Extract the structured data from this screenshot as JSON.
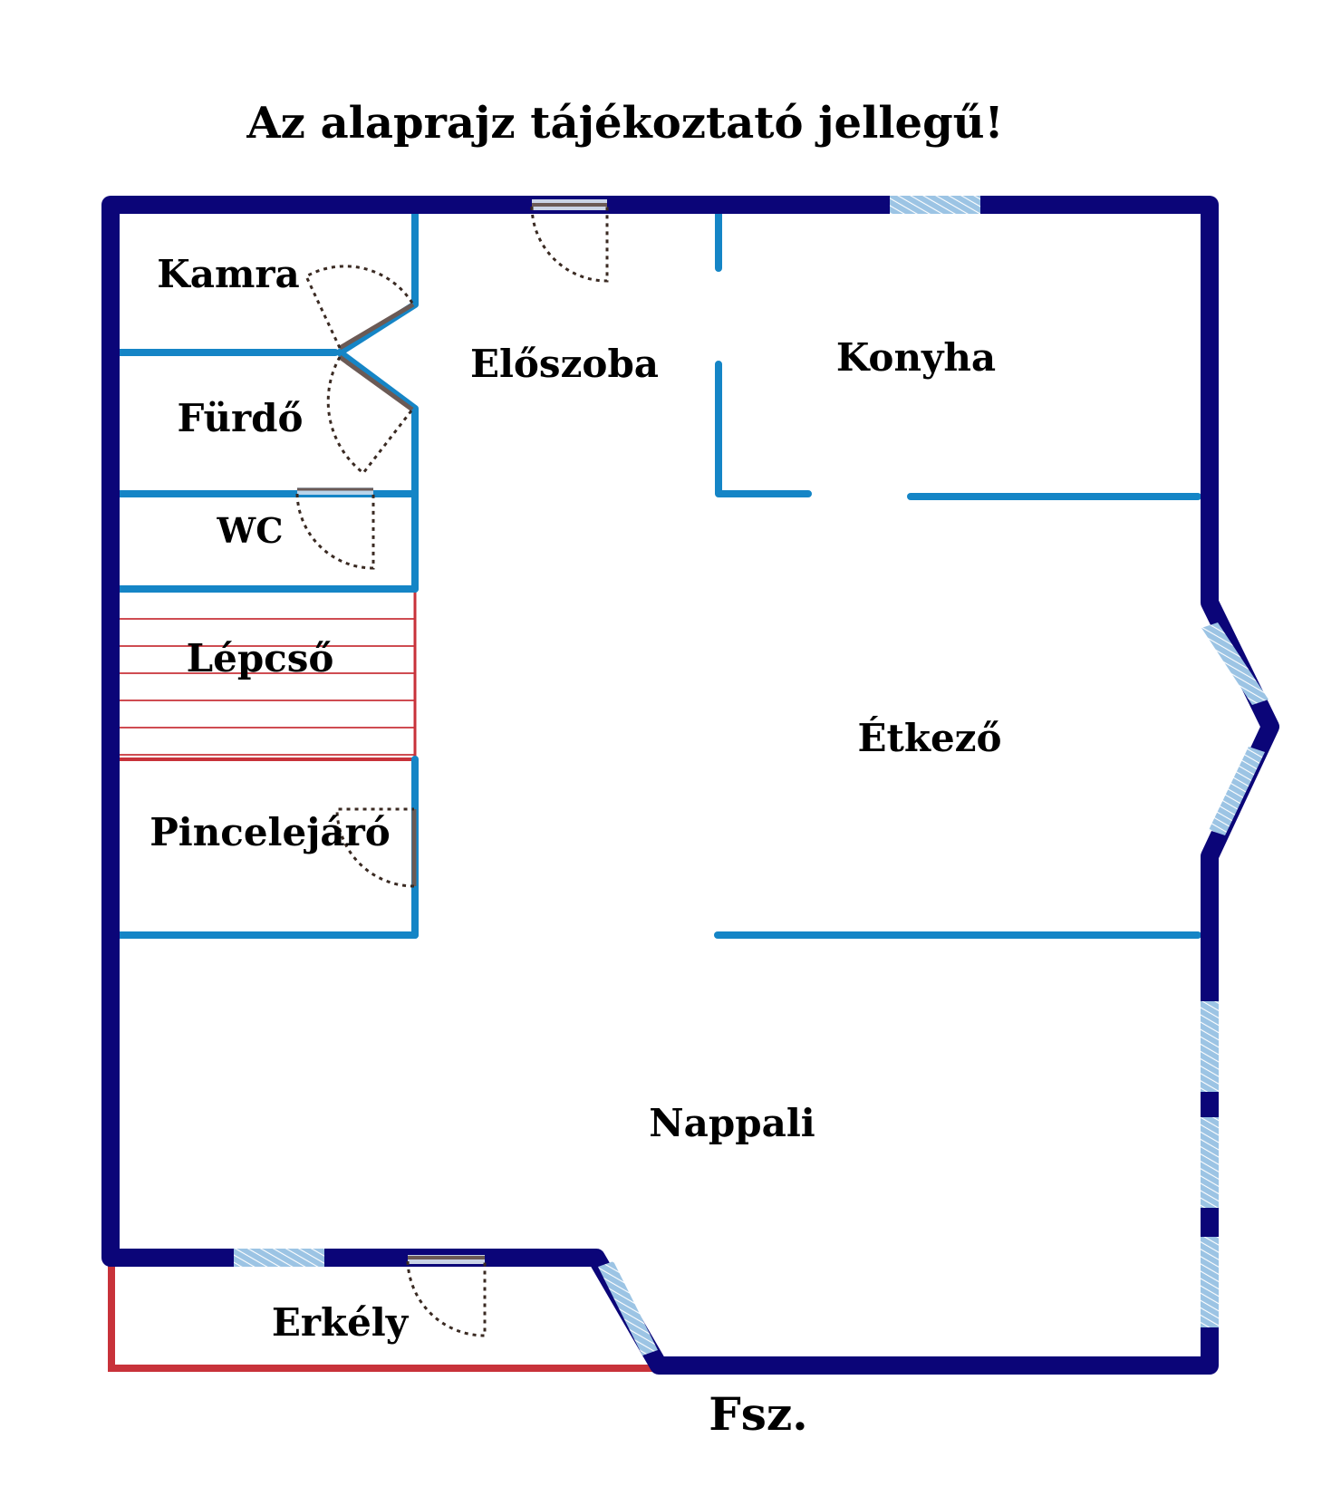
{
  "title": "Az alaprajz tájékoztató jellegű!",
  "floor_label": "Fsz.",
  "rooms": {
    "kamra": "Kamra",
    "eloszoba": "Előszoba",
    "konyha": "Konyha",
    "furdo": "Fürdő",
    "wc": "WC",
    "lepcso": "Lépcső",
    "etkezo": "Étkező",
    "pincelejaro": "Pincelejáró",
    "nappali": "Nappali",
    "erkely": "Erkély"
  },
  "colors": {
    "outer_wall": "#0b0578",
    "inner_wall": "#1585c6",
    "stair_and_balcony": "#c8323a",
    "door_leaf": "#6b5a55",
    "door_swing": "#3a2a22",
    "window_fill": "#9cc4e4",
    "window_hatch": "#ffffff"
  }
}
